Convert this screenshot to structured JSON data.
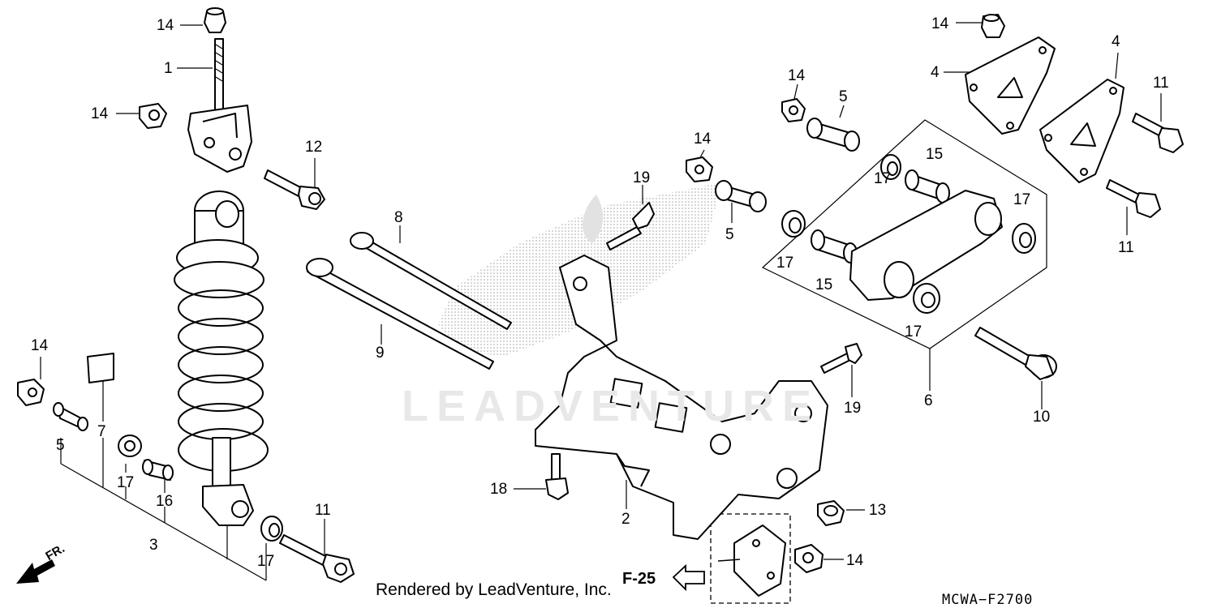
{
  "diagram": {
    "credit": "Rendered by LeadVenture, Inc.",
    "part_code": "MCWA−F2700",
    "reference": "F-25",
    "direction": "FR.",
    "watermark": "LEADVENTURE"
  },
  "callouts": [
    {
      "id": "c14a",
      "text": "14"
    },
    {
      "id": "c1",
      "text": "1"
    },
    {
      "id": "c14b",
      "text": "14"
    },
    {
      "id": "c12",
      "text": "12"
    },
    {
      "id": "c14c",
      "text": "14"
    },
    {
      "id": "c7",
      "text": "7"
    },
    {
      "id": "c5a",
      "text": "5"
    },
    {
      "id": "c17a",
      "text": "17"
    },
    {
      "id": "c16",
      "text": "16"
    },
    {
      "id": "c3",
      "text": "3"
    },
    {
      "id": "c17b",
      "text": "17"
    },
    {
      "id": "c11a",
      "text": "11"
    },
    {
      "id": "c8",
      "text": "8"
    },
    {
      "id": "c9",
      "text": "9"
    },
    {
      "id": "c19a",
      "text": "19"
    },
    {
      "id": "c18",
      "text": "18"
    },
    {
      "id": "c2",
      "text": "2"
    },
    {
      "id": "c14d",
      "text": "14"
    },
    {
      "id": "c5b",
      "text": "5"
    },
    {
      "id": "c14e",
      "text": "14"
    },
    {
      "id": "c5c",
      "text": "5"
    },
    {
      "id": "c14f",
      "text": "14"
    },
    {
      "id": "c4a",
      "text": "4"
    },
    {
      "id": "c4b",
      "text": "4"
    },
    {
      "id": "c11b",
      "text": "11"
    },
    {
      "id": "c11c",
      "text": "11"
    },
    {
      "id": "c17c",
      "text": "17"
    },
    {
      "id": "c15a",
      "text": "15"
    },
    {
      "id": "c17d",
      "text": "17"
    },
    {
      "id": "c17e",
      "text": "17"
    },
    {
      "id": "c15b",
      "text": "15"
    },
    {
      "id": "c17f",
      "text": "17"
    },
    {
      "id": "c19b",
      "text": "19"
    },
    {
      "id": "c6",
      "text": "6"
    },
    {
      "id": "c10",
      "text": "10"
    },
    {
      "id": "c13",
      "text": "13"
    },
    {
      "id": "c14g",
      "text": "14"
    }
  ]
}
